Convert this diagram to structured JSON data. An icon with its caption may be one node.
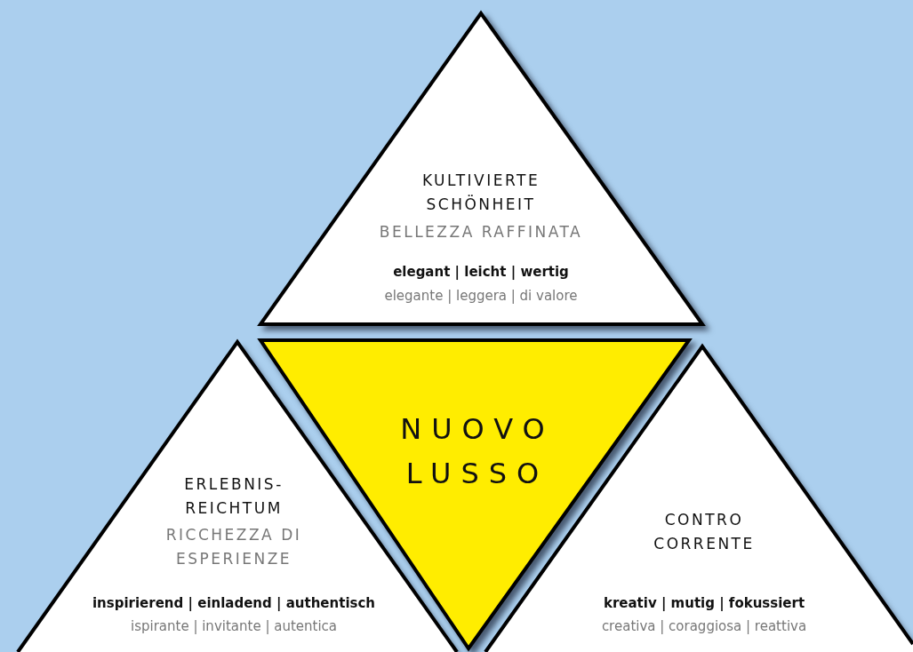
{
  "diagram": {
    "nodes": [
      {
        "text": [
          "KULTIVIERTE SCHÖNHEIT",
          "BELLEZZA RAFFINATA",
          "elegant | leicht | wertig",
          "elegante | leggera | di valore"
        ]
      },
      {
        "text": [
          "NUOVO LUSSO"
        ]
      },
      {
        "text": [
          "ERLEBNIS- REICHTUM",
          "RICCHEZZA DI ESPERIENZE",
          "inspirierend | einladend | authentisch",
          "ispirante | invitante | autentica"
        ]
      },
      {
        "text": [
          "CONTRO CORRENTE",
          "kreativ | mutig | fokussiert",
          "creativa | coraggiosa | reattiva"
        ]
      }
    ],
    "edges": []
  }
}
